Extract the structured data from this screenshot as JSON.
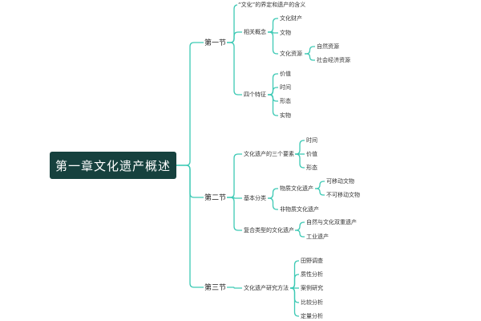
{
  "colors": {
    "root_bg": "#16413e",
    "root_text": "#ffffff",
    "edge": "#3cc9b4",
    "text": "#333333"
  },
  "root": "第一章文化遗产概述",
  "sections": [
    {
      "label": "第一节",
      "items": [
        {
          "label": "“文化”的界定和遗产的含义"
        },
        {
          "label": "相关概念",
          "children": [
            {
              "label": "文化财产"
            },
            {
              "label": "文物"
            },
            {
              "label": "文化资源",
              "children": [
                {
                  "label": "自然资源"
                },
                {
                  "label": "社会经济资源"
                }
              ]
            }
          ]
        },
        {
          "label": "四个特征",
          "children": [
            {
              "label": "价值"
            },
            {
              "label": "时间"
            },
            {
              "label": "形态"
            },
            {
              "label": "实物"
            }
          ]
        }
      ]
    },
    {
      "label": "第二节",
      "items": [
        {
          "label": "文化遗产的三个要素",
          "children": [
            {
              "label": "时间"
            },
            {
              "label": "价值"
            },
            {
              "label": "形态"
            }
          ]
        },
        {
          "label": "基本分类",
          "children": [
            {
              "label": "物质文化遗产",
              "children": [
                {
                  "label": "可移动文物"
                },
                {
                  "label": "不可移动文物"
                }
              ]
            },
            {
              "label": "非物质文化遗产"
            }
          ]
        },
        {
          "label": "复合类型的文化遗产",
          "children": [
            {
              "label": "自然与文化双重遗产"
            },
            {
              "label": "工业遗产"
            }
          ]
        }
      ]
    },
    {
      "label": "第三节",
      "items": [
        {
          "label": "文化遗产研究方法",
          "children": [
            {
              "label": "田野调查"
            },
            {
              "label": "质性分析"
            },
            {
              "label": "案例研究"
            },
            {
              "label": "比较分析"
            },
            {
              "label": "定量分析"
            }
          ]
        }
      ]
    }
  ]
}
